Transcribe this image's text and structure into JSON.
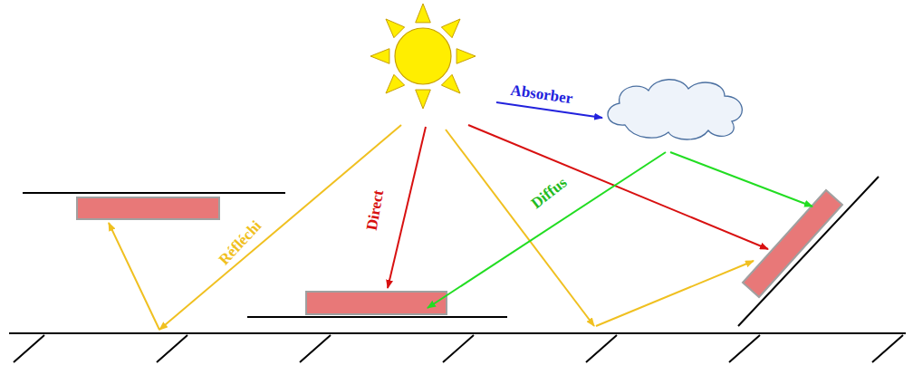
{
  "diagram": {
    "labels": [
      "Absorber",
      "Réfléchi",
      "Direct",
      "Diffus"
    ]
  }
}
